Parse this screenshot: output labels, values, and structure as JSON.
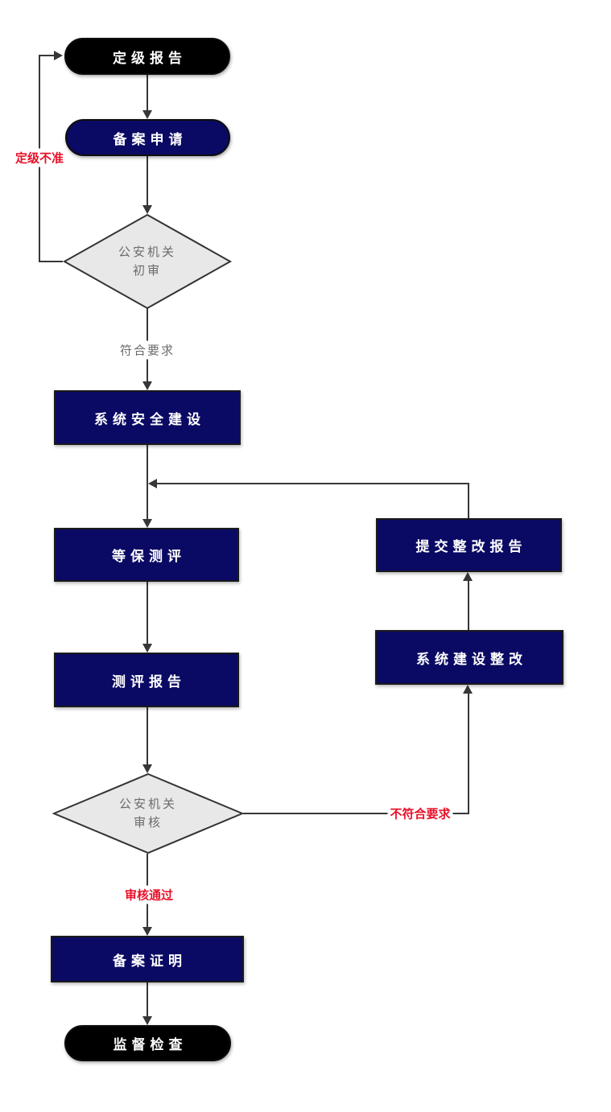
{
  "diagram": {
    "type": "flowchart",
    "language": "zh-CN",
    "nodes": {
      "grading_report": {
        "label": "定级报告",
        "shape": "terminal"
      },
      "filing_application": {
        "label": "备案申请",
        "shape": "terminal"
      },
      "initial_review": {
        "line1": "公安机关",
        "line2": "初审",
        "shape": "decision"
      },
      "system_security_construction": {
        "label": "系统安全建设",
        "shape": "process"
      },
      "level_evaluation": {
        "label": "等保测评",
        "shape": "process"
      },
      "evaluation_report": {
        "label": "测评报告",
        "shape": "process"
      },
      "police_review": {
        "line1": "公安机关",
        "line2": "审核",
        "shape": "decision"
      },
      "filing_certificate": {
        "label": "备案证明",
        "shape": "process"
      },
      "supervision_inspection": {
        "label": "监督检查",
        "shape": "terminal"
      },
      "submit_rectification_report": {
        "label": "提交整改报告",
        "shape": "process"
      },
      "system_construction_rectification": {
        "label": "系统建设整改",
        "shape": "process"
      }
    },
    "edge_labels": {
      "grading_rejected": "定级不准",
      "meets_requirements": "符合要求",
      "not_meet_requirements": "不符合要求",
      "review_passed": "审核通过"
    },
    "colors": {
      "terminal_fill": "#000000",
      "process_fill": "#0a0a64",
      "decision_fill": "#e8e8e8",
      "decision_border": "#333333",
      "connector": "#373737",
      "label_red": "#e8112a",
      "label_gray": "#6b6b6b",
      "node_text": "#ffffff",
      "background": "#ffffff"
    }
  }
}
